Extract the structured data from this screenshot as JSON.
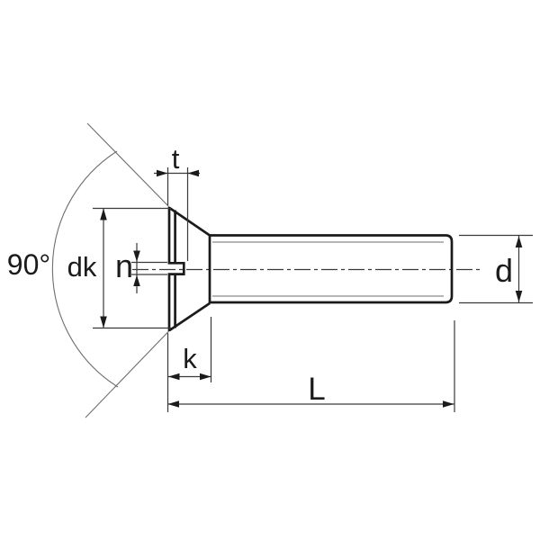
{
  "page": {
    "type": "technical-drawing",
    "subject": "slotted countersunk flat head machine screw, side view with dimension annotations"
  },
  "labels": {
    "head_angle": "90°",
    "head_diameter": "dk",
    "slot_width": "n",
    "slot_depth": "t",
    "head_height": "k",
    "total_length": "L",
    "thread_diameter": "d"
  },
  "colors": {
    "background": "#ffffff",
    "outline": "#1b1b1b",
    "thin": "#6e6e6e",
    "dimension": "#3a3a3a",
    "text": "#1b1b1b"
  }
}
